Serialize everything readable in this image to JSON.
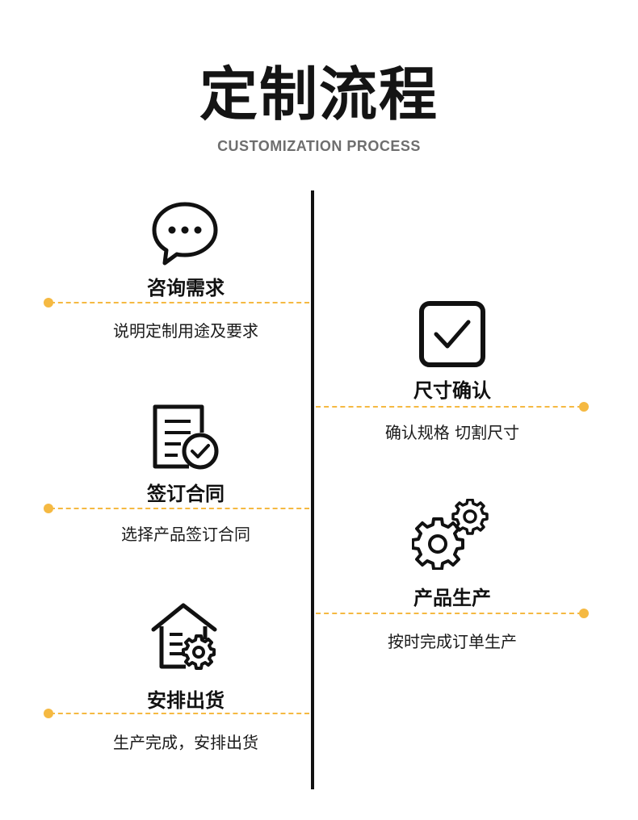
{
  "header": {
    "title": "定制流程",
    "subtitle": "CUSTOMIZATION PROCESS"
  },
  "steps": [
    {
      "side": "left",
      "icon": "chat-bubble-icon",
      "title": "咨询需求",
      "desc": "说明定制用途及要求"
    },
    {
      "side": "right",
      "icon": "checkbox-icon",
      "title": "尺寸确认",
      "desc": "确认规格 切割尺寸"
    },
    {
      "side": "left",
      "icon": "contract-document-icon",
      "title": "签订合同",
      "desc": "选择产品签订合同"
    },
    {
      "side": "right",
      "icon": "gears-icon",
      "title": "产品生产",
      "desc": "按时完成订单生产"
    },
    {
      "side": "left",
      "icon": "warehouse-gear-icon",
      "title": "安排出货",
      "desc": "生产完成，安排出货"
    }
  ],
  "colors": {
    "accent": "#f5b942",
    "text": "#111111",
    "subtitle": "#6e6e6e"
  }
}
